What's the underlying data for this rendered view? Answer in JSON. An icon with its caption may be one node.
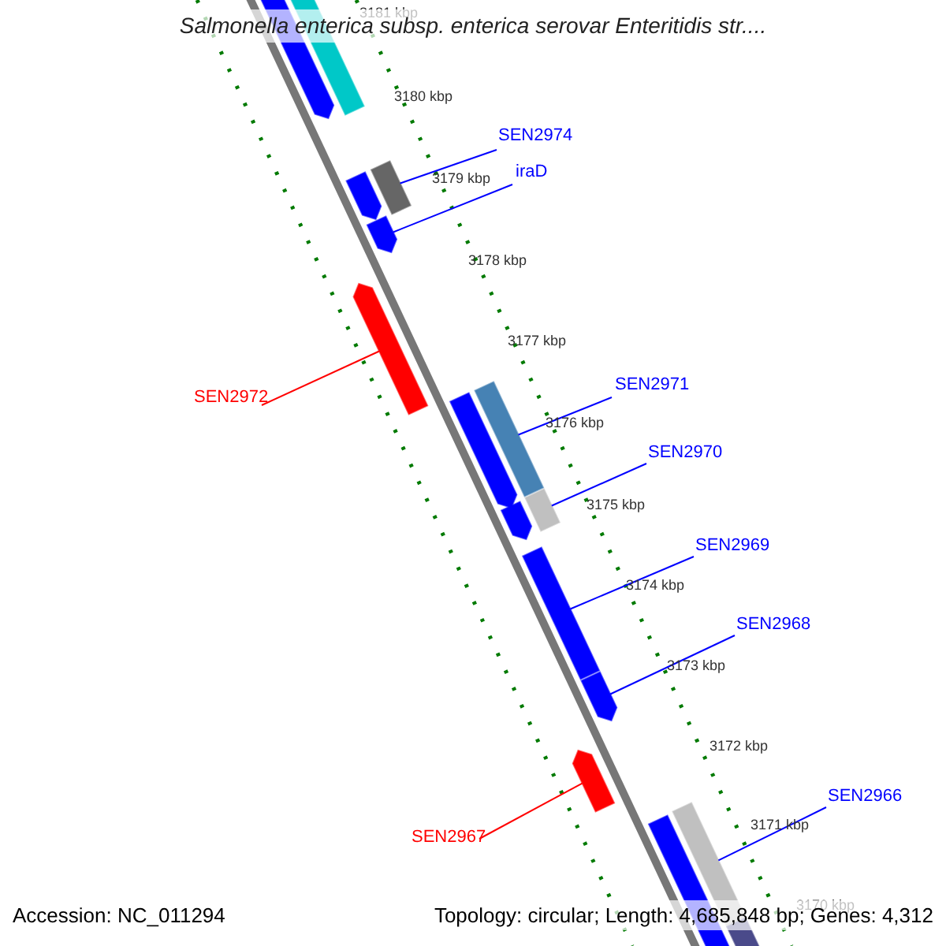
{
  "diagram": {
    "title": "Salmonella enterica subsp. enterica serovar Enteritidis str....",
    "nodes": [
      {
        "text": [
          "SEN2974"
        ]
      },
      {
        "text": [
          "iraD"
        ]
      },
      {
        "text": [
          "SEN2972"
        ]
      },
      {
        "text": [
          "SEN2971"
        ]
      },
      {
        "text": [
          "SEN2970"
        ]
      },
      {
        "text": [
          "SEN2969"
        ]
      },
      {
        "text": [
          "SEN2968"
        ]
      },
      {
        "text": [
          "SEN2967"
        ]
      },
      {
        "text": [
          "SEN2966"
        ]
      },
      {
        "text": [],
        "shape": "bar"
      },
      {
        "text": [],
        "shape": "bar"
      },
      {
        "text": [],
        "shape": "bar"
      },
      {
        "text": [],
        "shape": "bar"
      },
      {
        "text": [],
        "shape": "bar"
      },
      {
        "text": [],
        "shape": "bar"
      },
      {
        "text": [],
        "shape": "bar"
      },
      {
        "text": [],
        "shape": "bar"
      },
      {
        "text": [],
        "shape": "bar"
      },
      {
        "text": [],
        "shape": "bar"
      },
      {
        "text": [],
        "shape": "bar"
      },
      {
        "text": [],
        "shape": "bar"
      },
      {
        "text": [],
        "shape": "bar"
      },
      {
        "text": [],
        "shape": "bar"
      },
      {
        "text": [],
        "shape": "bar"
      },
      {
        "text": [],
        "shape": "bar"
      }
    ],
    "edges": [
      {
        "from": 0,
        "to": 13,
        "arrow": "none"
      },
      {
        "from": 1,
        "to": 12,
        "arrow": "none"
      },
      {
        "from": 2,
        "to": 14,
        "arrow": "none",
        "color": "#ff0000"
      },
      {
        "from": 3,
        "to": 16,
        "arrow": "none"
      },
      {
        "from": 4,
        "to": 18,
        "arrow": "none"
      },
      {
        "from": 5,
        "to": 19,
        "arrow": "none"
      },
      {
        "from": 6,
        "to": 20,
        "arrow": "none"
      },
      {
        "from": 7,
        "to": 21,
        "arrow": "none",
        "color": "#ff0000"
      },
      {
        "from": 8,
        "to": 23,
        "arrow": "none"
      }
    ],
    "labels": [
      "3181 kbp",
      "3180 kbp",
      "3179 kbp",
      "3178 kbp",
      "3177 kbp",
      "3176 kbp",
      "3175 kbp",
      "3174 kbp",
      "3173 kbp",
      "3172 kbp",
      "3171 kbp",
      "3170 kbp",
      "Accession: NC_011294",
      "Topology: circular; Length: 4,685,848 bp; Genes: 4,312"
    ]
  }
}
